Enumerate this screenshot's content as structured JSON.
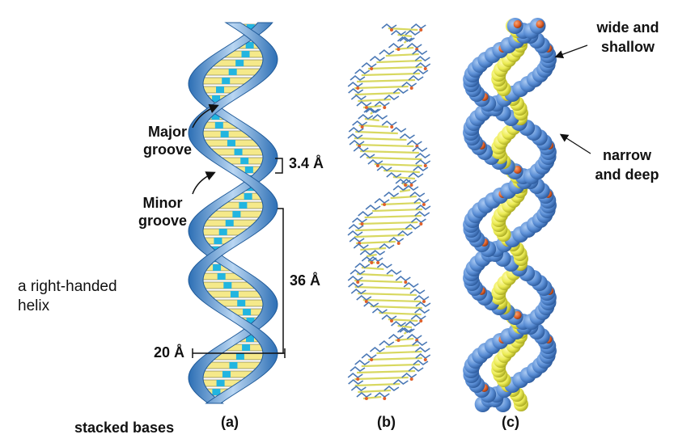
{
  "labels": {
    "major_groove": [
      "Major",
      "groove"
    ],
    "minor_groove": [
      "Minor",
      "groove"
    ],
    "rise": "3.4 Å",
    "pitch": "36 Å",
    "diameter": "20 Å",
    "right_handed": [
      "a right-handed",
      "helix"
    ],
    "stacked_bases": "stacked bases",
    "wide_shallow": [
      "wide and",
      "shallow"
    ],
    "narrow_deep": [
      "narrow",
      "and deep"
    ],
    "panel_a": "(a)",
    "panel_b": "(b)",
    "panel_c": "(c)"
  },
  "colors": {
    "backbone": "#3a7fc4",
    "backbone_light": "#9cc3ea",
    "base_yellow": "#f5e98a",
    "hbond_cyan": "#22b5e0",
    "atom_blue": "#5b8fd6",
    "atom_yellow": "#ecec55",
    "atom_orange": "#e0602a",
    "stick_blue": "#4a78b5",
    "stick_yellow": "#d8d860"
  }
}
